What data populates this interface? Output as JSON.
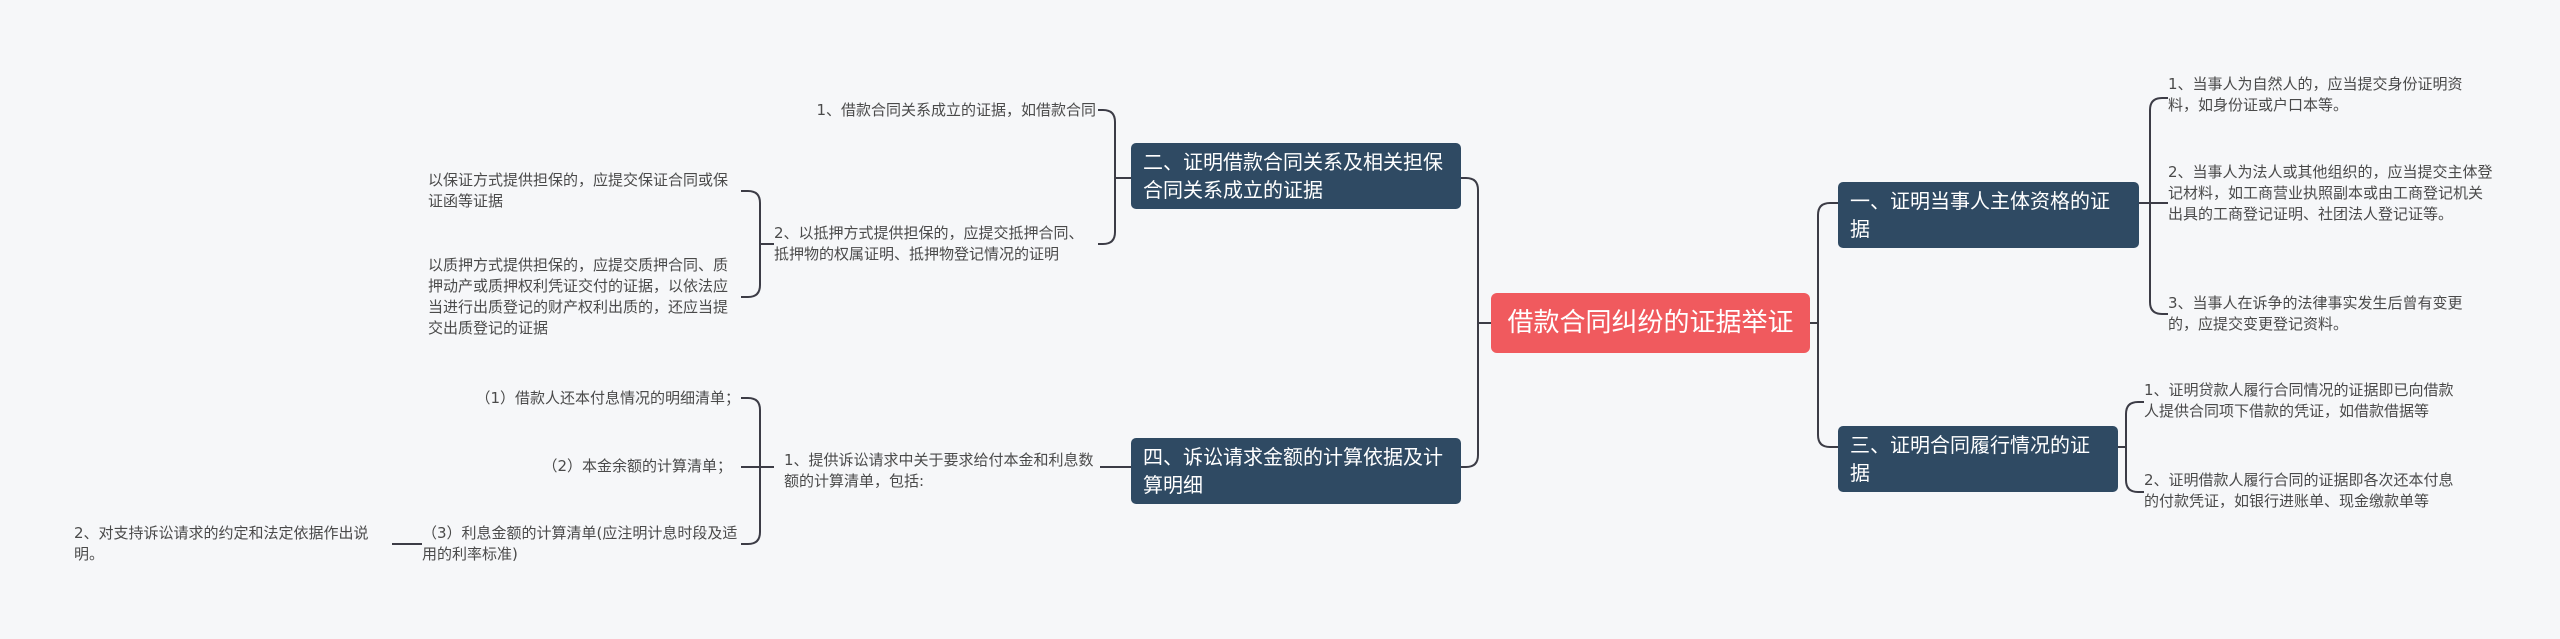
{
  "colors": {
    "root": "#f05a5e",
    "branch": "#2f4a63",
    "line": "#3c3c46",
    "text": "#4a4a4a",
    "background": "#f6f7f9"
  },
  "root": "借款合同纠纷的证据举证",
  "right": [
    {
      "label": "一、证明当事人主体资格的证据",
      "children": [
        "1、当事人为自然人的，应当提交身份证明资料，如身份证或户口本等。",
        "2、当事人为法人或其他组织的，应当提交主体登记材料，如工商营业执照副本或由工商登记机关出具的工商登记证明、社团法人登记证等。",
        "3、当事人在诉争的法律事实发生后曾有变更的，应提交变更登记资料。"
      ]
    },
    {
      "label": "三、证明合同履行情况的证据",
      "children": [
        "1、证明贷款人履行合同情况的证据即已向借款人提供合同项下借款的凭证，如借款借据等",
        "2、证明借款人履行合同的证据即各次还本付息的付款凭证，如银行进账单、现金缴款单等"
      ]
    }
  ],
  "left": [
    {
      "label": "二、证明借款合同关系及相关担保合同关系成立的证据",
      "children": [
        {
          "text": "1、借款合同关系成立的证据，如借款合同"
        },
        {
          "text": "2、以抵押方式提供担保的，应提交抵押合同、抵押物的权属证明、抵押物登记情况的证明",
          "children": [
            "以保证方式提供担保的，应提交保证合同或保证函等证据",
            "以质押方式提供担保的，应提交质押合同、质押动产或质押权利凭证交付的证据，以依法应当进行出质登记的财产权利出质的，还应当提交出质登记的证据"
          ]
        }
      ]
    },
    {
      "label": "四、诉讼请求金额的计算依据及计算明细",
      "children": [
        {
          "text": "1、提供诉讼请求中关于要求给付本金和利息数额的计算清单，包括:",
          "children": [
            {
              "text": "（1）借款人还本付息情况的明细清单；"
            },
            {
              "text": "（2）本金余额的计算清单；"
            },
            {
              "text": "（3）利息金额的计算清单(应注明计息时段及适用的利率标准)",
              "children": [
                "2、对支持诉讼请求的约定和法定依据作出说明。"
              ]
            }
          ]
        }
      ]
    }
  ]
}
